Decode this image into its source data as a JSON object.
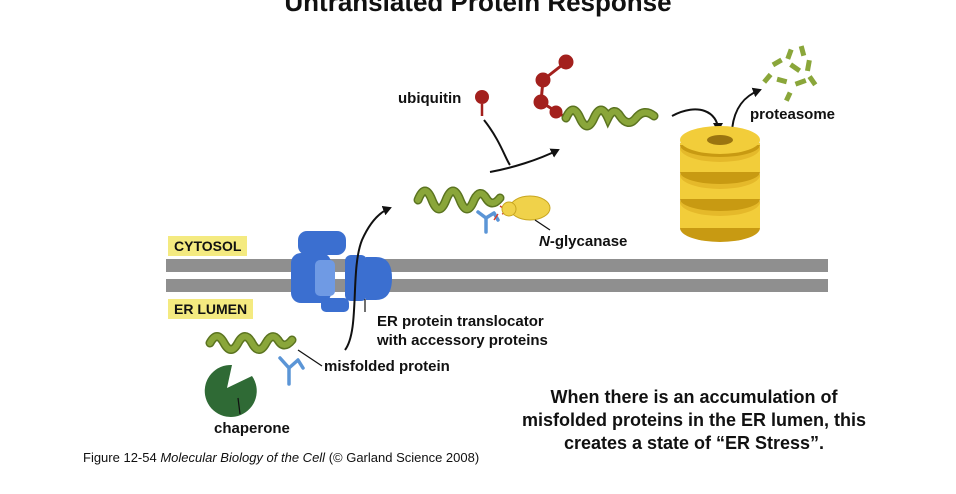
{
  "title": "Untranslated Protein Response",
  "labels": {
    "cytosol": "CYTOSOL",
    "er_lumen": "ER LUMEN",
    "ubiquitin": "ubiquitin",
    "proteasome": "proteasome",
    "n_glycanase_italic": "N",
    "n_glycanase_rest": "-glycanase",
    "translocator_line1": "ER protein translocator",
    "translocator_line2": "with accessory proteins",
    "misfolded_protein": "misfolded protein",
    "chaperone": "chaperone"
  },
  "caption": {
    "prefix": "Figure 12-54 ",
    "book": "Molecular Biology of the Cell",
    "suffix": " (© Garland Science 2008)"
  },
  "statement": {
    "line1": "When there is an accumulation of",
    "line2": "misfolded proteins in the ER lumen, this",
    "line3": "creates a state of “ER Stress”."
  },
  "colors": {
    "membrane": "#8f8f8f",
    "protein": "#8aa63a",
    "protein_dark": "#5b7420",
    "translocator": "#3b6fd0",
    "ubiquitin": "#a3201d",
    "proteasome": "#f2cd3a",
    "proteasome_dark": "#c89a12",
    "glycanase": "#f0d24a",
    "chaperone": "#2f6a35",
    "glycan": "#5b95d6",
    "label_bg": "#f4ea80"
  }
}
